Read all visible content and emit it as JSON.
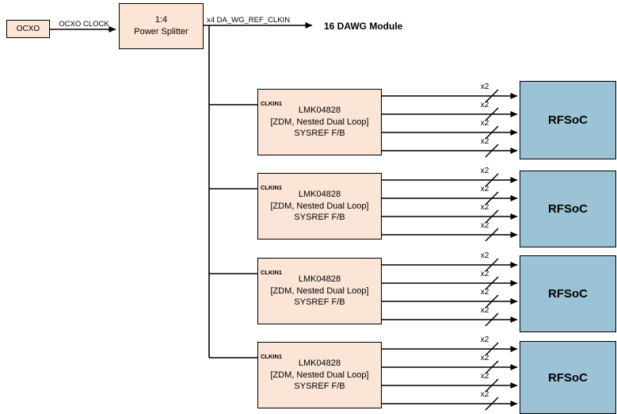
{
  "diagram": {
    "source": {
      "label": "OCXO"
    },
    "source_to_splitter": {
      "label": "OCXO CLOCK"
    },
    "splitter": {
      "line1": "1:4",
      "line2": "Power Splitter"
    },
    "splitter_output": {
      "label": "x4 DA_WG_REF_CLKIN"
    },
    "dawg_module": {
      "label": "16 DAWG Module"
    },
    "clock_blocks": [
      {
        "input_pin": "CLKIN1",
        "part": "LMK04828",
        "mode": "[ZDM, Nested Dual Loop]",
        "feedback": "SYSREF F/B"
      },
      {
        "input_pin": "CLKIN1",
        "part": "LMK04828",
        "mode": "[ZDM, Nested Dual Loop]",
        "feedback": "SYSREF F/B"
      },
      {
        "input_pin": "CLKIN1",
        "part": "LMK04828",
        "mode": "[ZDM, Nested Dual Loop]",
        "feedback": "SYSREF F/B"
      },
      {
        "input_pin": "CLKIN1",
        "part": "LMK04828",
        "mode": "[ZDM, Nested Dual Loop]",
        "feedback": "SYSREF F/B"
      }
    ],
    "rfsoc_blocks": [
      {
        "label": "RFSoC"
      },
      {
        "label": "RFSoC"
      },
      {
        "label": "RFSoC"
      },
      {
        "label": "RFSoC"
      }
    ],
    "bus_marker": {
      "label": "x2"
    },
    "colors": {
      "clock_block_fill": "#FBE5D6",
      "rfsoc_fill": "#9CC3D5",
      "line": "#000000"
    }
  }
}
